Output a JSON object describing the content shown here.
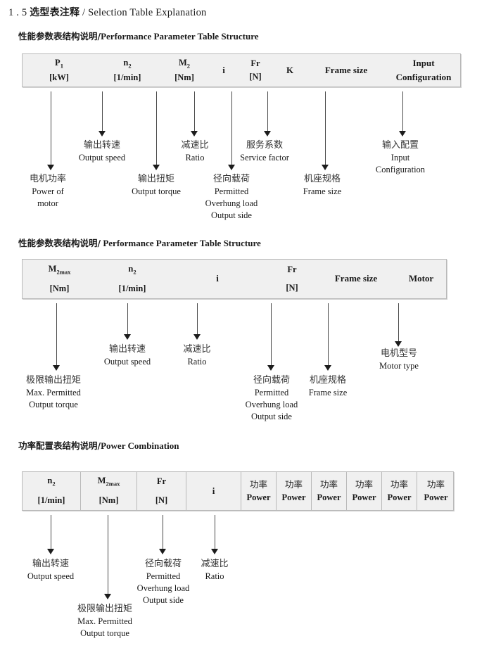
{
  "doc": {
    "title_num": "1 . 5",
    "title_cn": "选型表注释",
    "title_sep": "/",
    "title_en": "Selection Table Explanation"
  },
  "sections": [
    {
      "heading_cn": "性能参数表结构说明",
      "heading_sep": "/",
      "heading_en": "Performance Parameter Table Structure",
      "table": {
        "columns": [
          {
            "l1": "P",
            "sub": "1",
            "l2": "[kW]"
          },
          {
            "l1": "n",
            "sub": "2",
            "l2": "[1/min]"
          },
          {
            "l1": "M",
            "sub": "2",
            "l2": "[Nm]"
          },
          {
            "l1": "i",
            "sub": "",
            "l2": ""
          },
          {
            "l1": "Fr",
            "sub": "",
            "l2": "[N]"
          },
          {
            "l1": "K",
            "sub": "",
            "l2": ""
          },
          {
            "l1": "Frame size",
            "sub": "",
            "l2": ""
          },
          {
            "l1": "Input",
            "sub": "",
            "l2": "Configuration"
          }
        ]
      },
      "annotations": [
        {
          "cn": "电机功率",
          "en": [
            "Power of",
            "motor"
          ]
        },
        {
          "cn": "输出转速",
          "en": [
            "Output speed"
          ]
        },
        {
          "cn": "输出扭矩",
          "en": [
            "Output torque"
          ]
        },
        {
          "cn": "减速比",
          "en": [
            "Ratio"
          ]
        },
        {
          "cn": "径向载荷",
          "en": [
            "Permitted",
            "Overhung load",
            "Output side"
          ]
        },
        {
          "cn": "服务系数",
          "en": [
            "Service factor"
          ]
        },
        {
          "cn": "机座规格",
          "en": [
            "Frame size"
          ]
        },
        {
          "cn": "输入配置",
          "en": [
            "Input",
            "Configuration"
          ]
        }
      ]
    },
    {
      "heading_cn": "性能参数表结构说明",
      "heading_sep": "/",
      "heading_en": "Performance Parameter Table Structure",
      "table": {
        "columns": [
          {
            "l1": "M",
            "sub": "2max",
            "l2": "[Nm]"
          },
          {
            "l1": "n",
            "sub": "2",
            "l2": "[1/min]"
          },
          {
            "l1": "i",
            "sub": "",
            "l2": ""
          },
          {
            "l1": "Fr",
            "sub": "",
            "l2": "[N]"
          },
          {
            "l1": "Frame size",
            "sub": "",
            "l2": ""
          },
          {
            "l1": "Motor",
            "sub": "",
            "l2": ""
          }
        ]
      },
      "annotations": [
        {
          "cn": "极限输出扭矩",
          "en": [
            "Max. Permitted",
            "Output  torque"
          ]
        },
        {
          "cn": "输出转速",
          "en": [
            "Output speed"
          ]
        },
        {
          "cn": "减速比",
          "en": [
            "Ratio"
          ]
        },
        {
          "cn": "径向载荷",
          "en": [
            "Permitted",
            "Overhung load",
            "Output side"
          ]
        },
        {
          "cn": "机座规格",
          "en": [
            "Frame size"
          ]
        },
        {
          "cn": "电机型号",
          "en": [
            "Motor type"
          ]
        }
      ]
    },
    {
      "heading_cn": "功率配置表结构说明",
      "heading_sep": "/",
      "heading_en": "Power Combination",
      "table": {
        "columns": [
          {
            "l1": "n",
            "sub": "2",
            "l2": "[1/min]"
          },
          {
            "l1": "M",
            "sub": "2max",
            "l2": "[Nm]"
          },
          {
            "l1": "Fr",
            "sub": "",
            "l2": "[N]"
          },
          {
            "l1": "i",
            "sub": "",
            "l2": ""
          },
          {
            "l1": "功率",
            "sub": "",
            "l2": "Power"
          },
          {
            "l1": "功率",
            "sub": "",
            "l2": "Power"
          },
          {
            "l1": "功率",
            "sub": "",
            "l2": "Power"
          },
          {
            "l1": "功率",
            "sub": "",
            "l2": "Power"
          },
          {
            "l1": "功率",
            "sub": "",
            "l2": "Power"
          },
          {
            "l1": "功率",
            "sub": "",
            "l2": "Power"
          }
        ]
      },
      "annotations": [
        {
          "cn": "输出转速",
          "en": [
            "Output speed"
          ]
        },
        {
          "cn": "极限输出扭矩",
          "en": [
            "Max. Permitted",
            "Output  torque"
          ]
        },
        {
          "cn": "径向载荷",
          "en": [
            "Permitted",
            "Overhung load",
            "Output side"
          ]
        },
        {
          "cn": "减速比",
          "en": [
            "Ratio"
          ]
        }
      ]
    }
  ],
  "colors": {
    "table_fill": "#f0f0f0",
    "table_border": "#b9b9b9",
    "arrow": "#1c1c1c",
    "text": "#1a1a1a"
  }
}
